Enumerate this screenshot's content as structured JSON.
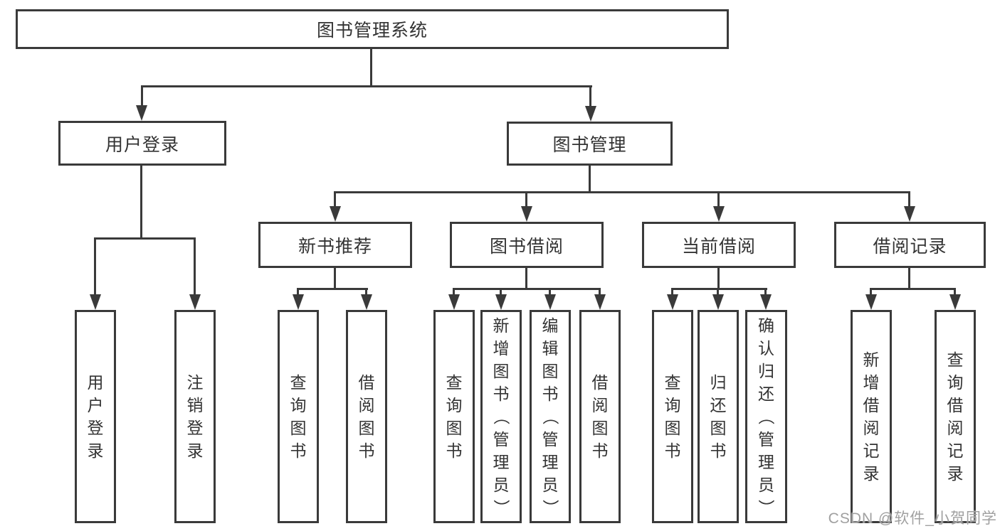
{
  "tree": {
    "label": "图书管理系统",
    "children": [
      {
        "label": "用户登录",
        "children": [
          {
            "label": "用户登录"
          },
          {
            "label": "注销登录"
          }
        ]
      },
      {
        "label": "图书管理",
        "children": [
          {
            "label": "新书推荐",
            "children": [
              {
                "label": "查询图书"
              },
              {
                "label": "借阅图书"
              }
            ]
          },
          {
            "label": "图书借阅",
            "children": [
              {
                "label": "查询图书"
              },
              {
                "label": "新增图书（管理员）"
              },
              {
                "label": "编辑图书（管理员）"
              },
              {
                "label": "借阅图书"
              }
            ]
          },
          {
            "label": "当前借阅",
            "children": [
              {
                "label": "查询图书"
              },
              {
                "label": "归还图书"
              },
              {
                "label": "确认归还（管理员）"
              }
            ]
          },
          {
            "label": "借阅记录",
            "children": [
              {
                "label": "新增借阅记录"
              },
              {
                "label": "查询借阅记录"
              }
            ]
          }
        ]
      }
    ]
  },
  "watermark": {
    "text": "CSDN @软件_小贺同学"
  },
  "colors": {
    "line": "#3a3a3a",
    "text": "#333333",
    "watermark": "#a0a0a0",
    "background": "#ffffff"
  }
}
